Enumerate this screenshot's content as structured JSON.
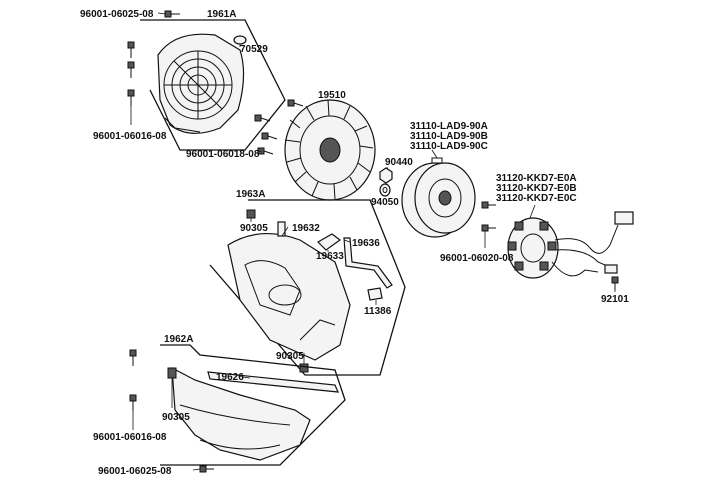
{
  "labels": {
    "bolt_top_left": "96001-06025-08",
    "cover_1961A": "1961A",
    "plug_70529": "70529",
    "bolt_left_mid": "96001-06016-08",
    "flywheel_19510": "19510",
    "bolt_flywheel": "96001-06018-08",
    "rotor_a": "31110-LAD9-90A",
    "rotor_b": "31110-LAD9-90B",
    "rotor_c": "31110-LAD9-90C",
    "nut_90440": "90440",
    "washer_94050": "94050",
    "stator_a": "31120-KKD7-E0A",
    "stator_b": "31120-KKD7-E0B",
    "stator_c": "31120-KKD7-E0C",
    "bolt_stator": "96001-06020-08",
    "bolt_92101": "92101",
    "shroud_1963A": "1963A",
    "clip_90305_top": "90305",
    "clip_19632": "19632",
    "grommet_19633": "19633",
    "bar_19636": "19636",
    "clip_11386": "11386",
    "clip_90305_mid": "90305",
    "shroud_1962A": "1962A",
    "plate_19626": "19626",
    "clip_90305_low": "90305",
    "bolt_lower_left": "96001-06016-08",
    "bolt_bottom": "96001-06025-08"
  }
}
